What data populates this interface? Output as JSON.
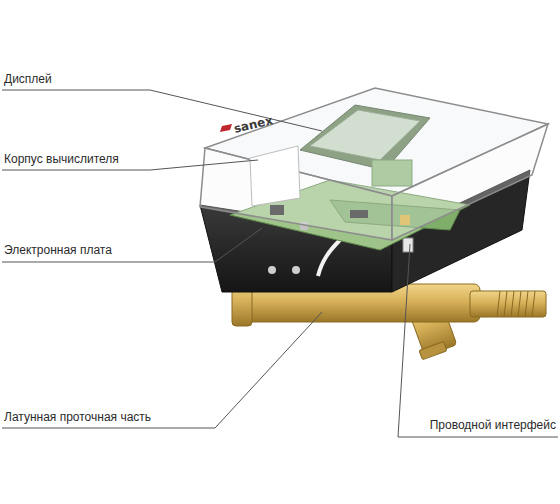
{
  "diagram": {
    "labels": [
      "Дисплей",
      "Корпус вычислителя",
      "Электронная плата",
      "Латунная проточная часть",
      "Проводной интерфейс",
      "sanex"
    ]
  }
}
